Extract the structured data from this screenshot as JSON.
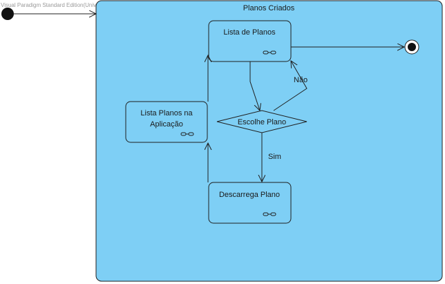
{
  "watermark": "Visual Paradigm Standard Edition(Universidade do Minho)",
  "composite_state": {
    "label": "Planos Criados"
  },
  "states": {
    "lista_planos": {
      "label": "Lista de Planos"
    },
    "lista_aplicacao": {
      "label_line1": "Lista Planos na",
      "label_line2": "Aplicação"
    },
    "descarrega": {
      "label": "Descarrega Plano"
    }
  },
  "decision": {
    "label": "Escolhe Plano"
  },
  "transitions": {
    "nao": "Não",
    "sim": "Sim"
  },
  "colors": {
    "state_fill": "#7ecff5",
    "stroke": "#1f1f1f",
    "text": "#1a1a1a"
  }
}
